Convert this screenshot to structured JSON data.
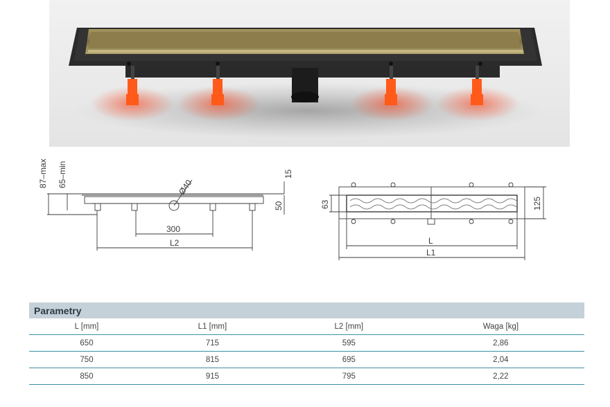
{
  "drawings": {
    "side_view": {
      "height_max": "87–max",
      "height_min": "65–min",
      "pipe_diameter": "Ø40",
      "top_offset": "15",
      "body_height": "50",
      "distance_300": "300",
      "length_l2": "L2"
    },
    "top_view": {
      "width_63": "63",
      "width_125": "125",
      "length_l": "L",
      "length_l1": "L1"
    }
  },
  "params": {
    "title": "Parametry",
    "columns": [
      "L [mm]",
      "L1 [mm]",
      "L2 [mm]",
      "Waga [kg]"
    ],
    "rows": [
      [
        "650",
        "715",
        "595",
        "2,86"
      ],
      [
        "750",
        "815",
        "695",
        "2,04"
      ],
      [
        "850",
        "915",
        "795",
        "2,22"
      ]
    ]
  },
  "colors": {
    "header_bg": "#c5d1d8",
    "row_line": "#3d8ea3",
    "grate": "#8a7a4a",
    "feet": "#ff5a1a"
  }
}
